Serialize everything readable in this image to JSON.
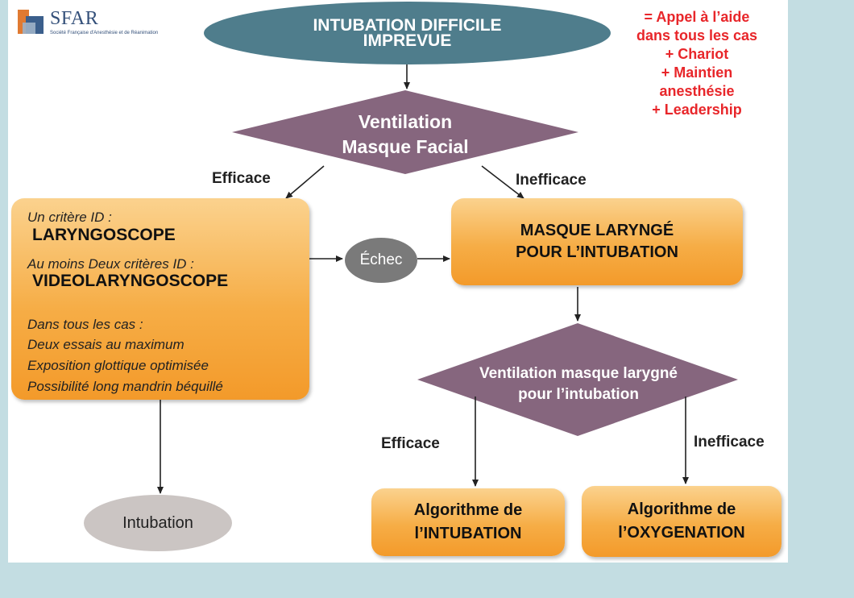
{
  "logo": {
    "name": "SFAR",
    "subtitle": "Société Française d'Anesthésie et de Réanimation"
  },
  "top_oval": {
    "line1": "INTUBATION DIFFICILE",
    "line2": "IMPREVUE"
  },
  "red_note": [
    "= Appel à l’aide",
    "dans tous les cas",
    "+ Chariot",
    "+ Maintien",
    "anesthésie",
    "+ Leadership"
  ],
  "diamond1": {
    "line1": "Ventilation",
    "line2": "Masque Facial"
  },
  "labels": {
    "efficace_top": "Efficace",
    "inefficace_top": "Inefficace",
    "efficace_bottom": "Efficace",
    "inefficace_bottom": "Inefficace"
  },
  "left_box": {
    "crit1_small": "Un critère ID :",
    "crit1_big": "LARYNGOSCOPE",
    "crit2_small": "Au moins Deux critères ID :",
    "crit2_big": "VIDEOLARYNGOSCOPE",
    "all_cases": "Dans tous les cas :",
    "item1": "Deux essais au maximum",
    "item2": "Exposition glottique optimisée",
    "item3": "Possibilité long mandrin béquillé"
  },
  "echec": "Échec",
  "center_box": {
    "line1": "MASQUE LARYNGÉ",
    "line2": "POUR L’INTUBATION"
  },
  "diamond2": {
    "line1": "Ventilation masque larygné",
    "line2": "pour l’intubation"
  },
  "box_intubation": {
    "line1": "Algorithme de",
    "line2": "l’INTUBATION"
  },
  "box_oxygenation": {
    "line1": "Algorithme de",
    "line2": "l’OXYGENATION"
  },
  "intubation_oval": "Intubation",
  "colors": {
    "oval": "#4f7d8c",
    "diamond": "#86667e",
    "orange": "#f6ad46",
    "red_text": "#e8262a",
    "background": "#c3dde2"
  }
}
